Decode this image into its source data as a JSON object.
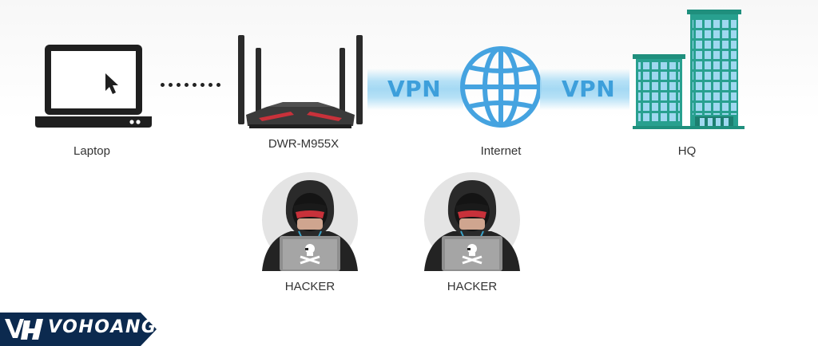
{
  "nodes": {
    "laptop": "Laptop",
    "router": "DWR-M955X",
    "internet": "Internet",
    "hq": "HQ"
  },
  "tunnels": [
    "VPN",
    "VPN"
  ],
  "hackers": [
    "HACKER",
    "HACKER"
  ],
  "brand": {
    "logo_text": "VOHOANG.vn"
  },
  "colors": {
    "vpn_blue": "#3d9fdb",
    "globe_blue": "#45a3e0",
    "building_teal": "#28a08f",
    "logo_navy": "#0c2a4f"
  }
}
